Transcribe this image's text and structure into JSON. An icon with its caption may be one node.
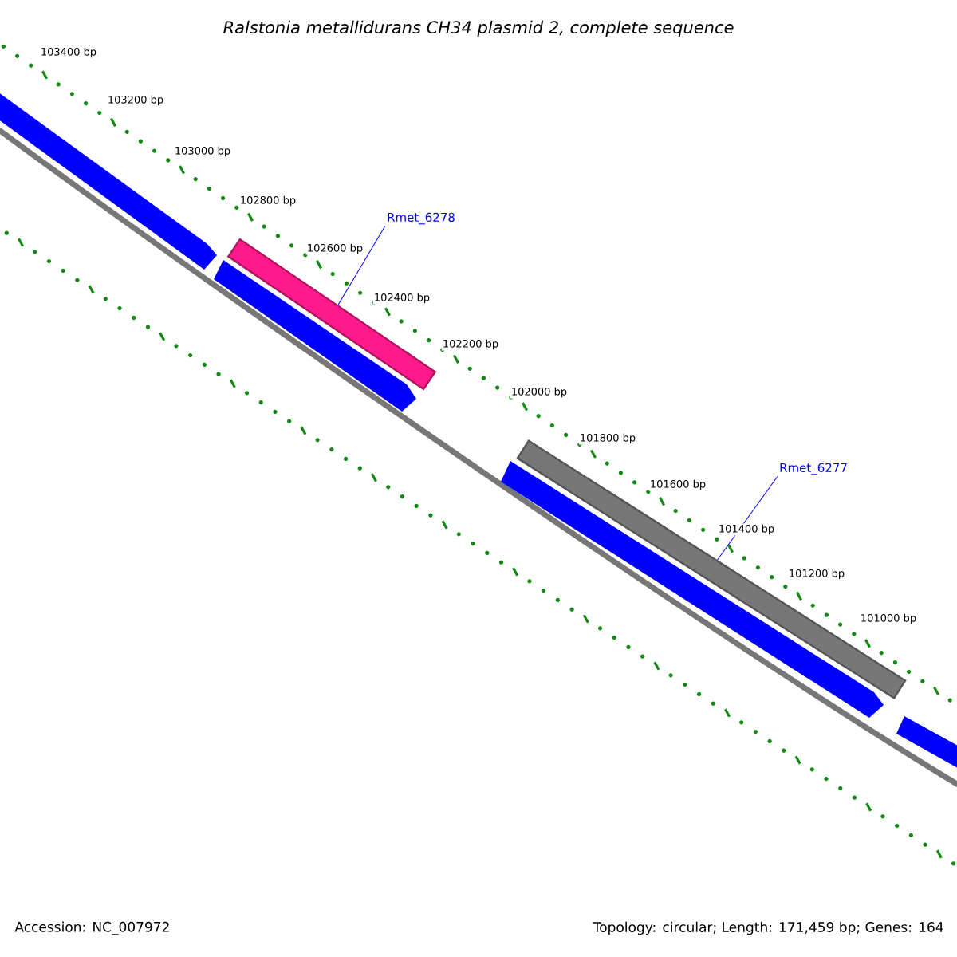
{
  "diagram": {
    "title": "Ralstonia metallidurans CH34 plasmid 2, complete sequence",
    "nodes": [
      {
        "text": [
          "Rmet_6278"
        ]
      },
      {
        "text": [],
        "shape": "bar"
      },
      {
        "text": [
          "Rmet_6277"
        ]
      },
      {
        "text": [],
        "shape": "bar"
      }
    ],
    "edges": [
      {
        "from": 0,
        "to": 1,
        "arrow": "none"
      },
      {
        "from": 2,
        "to": 3,
        "arrow": "none"
      }
    ],
    "labels": [
      "103400 bp",
      "103200 bp",
      "103000 bp",
      "102800 bp",
      "102600 bp",
      "102400 bp",
      "102200 bp",
      "102000 bp",
      "101800 bp",
      "101600 bp",
      "101400 bp",
      "101200 bp",
      "101000 bp",
      "Accession: NC_007972",
      "Topology: circular; Length: 171,459 bp; Genes: 164"
    ]
  }
}
